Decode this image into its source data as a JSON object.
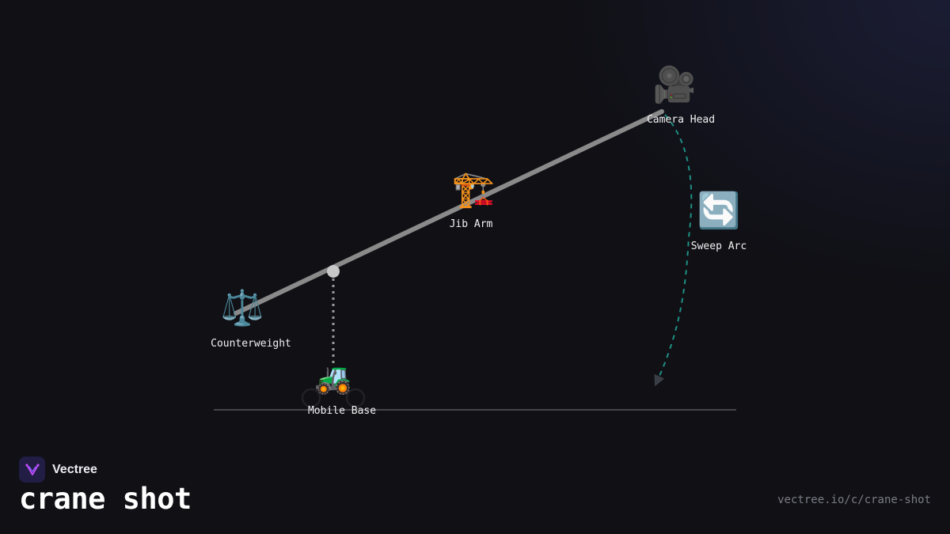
{
  "brand": {
    "name": "Vectree",
    "logo_color": "#211d44",
    "logo_accent": "#c44dff"
  },
  "title": "crane shot",
  "url": "vectree.io/c/crane-shot",
  "nodes": [
    {
      "id": "camera-head",
      "label": "Camera Head",
      "icon": "movie-camera-icon",
      "glyph": "🎥"
    },
    {
      "id": "jib-arm",
      "label": "Jib Arm",
      "icon": "construction-crane-icon",
      "glyph": "🏗️"
    },
    {
      "id": "sweep-arc",
      "label": "Sweep Arc",
      "icon": "counterclockwise-arrows-icon",
      "glyph": "🔄"
    },
    {
      "id": "counterweight",
      "label": "Counterweight",
      "icon": "balance-scale-icon",
      "glyph": "⚖️"
    },
    {
      "id": "mobile-base",
      "label": "Mobile Base",
      "icon": "tractor-icon",
      "glyph": "🚜"
    }
  ],
  "colors": {
    "arm": "#8a8a8a",
    "pivot": "#c8c8c8",
    "mast": "#9a9a9a",
    "arc": "#1f8f84",
    "arrow": "#3a3f46",
    "ground": "#55555c",
    "wheel": "#222226"
  }
}
